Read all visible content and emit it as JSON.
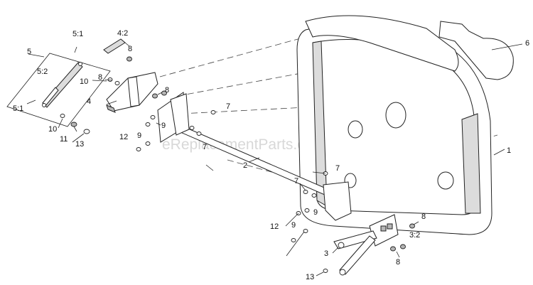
{
  "watermark": "eReplacementParts.com",
  "callouts": [
    {
      "key": "c1",
      "text": "1"
    },
    {
      "key": "c2",
      "text": "2"
    },
    {
      "key": "c3",
      "text": "3"
    },
    {
      "key": "c3_2",
      "text": "3:2"
    },
    {
      "key": "c4",
      "text": "4"
    },
    {
      "key": "c4_2",
      "text": "4:2"
    },
    {
      "key": "c5",
      "text": "5"
    },
    {
      "key": "c5_1a",
      "text": "5:1"
    },
    {
      "key": "c5_1b",
      "text": "5:1"
    },
    {
      "key": "c5_2",
      "text": "5:2"
    },
    {
      "key": "c6",
      "text": "6"
    },
    {
      "key": "c7a",
      "text": "7"
    },
    {
      "key": "c7b",
      "text": "7"
    },
    {
      "key": "c7c",
      "text": "7"
    },
    {
      "key": "c7d",
      "text": "7"
    },
    {
      "key": "c8a",
      "text": "8"
    },
    {
      "key": "c8b",
      "text": "8"
    },
    {
      "key": "c8c",
      "text": "8"
    },
    {
      "key": "c8d",
      "text": "8"
    },
    {
      "key": "c8e",
      "text": "8"
    },
    {
      "key": "c9a",
      "text": "9"
    },
    {
      "key": "c9b",
      "text": "9"
    },
    {
      "key": "c9c",
      "text": "9"
    },
    {
      "key": "c9d",
      "text": "9"
    },
    {
      "key": "c10a",
      "text": "10"
    },
    {
      "key": "c10b",
      "text": "10"
    },
    {
      "key": "c11",
      "text": "11"
    },
    {
      "key": "c12a",
      "text": "12"
    },
    {
      "key": "c12b",
      "text": "12"
    },
    {
      "key": "c13a",
      "text": "13"
    },
    {
      "key": "c13b",
      "text": "13"
    }
  ]
}
